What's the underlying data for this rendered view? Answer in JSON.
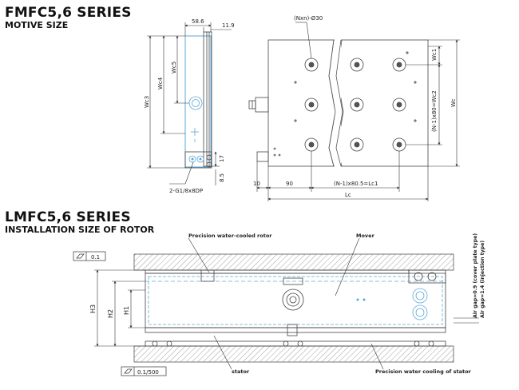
{
  "motive": {
    "title": "FMFC5,6 SERIES",
    "subtitle": "MOTIVE SIZE",
    "dims": {
      "w58": "58.6",
      "w11": "11.9",
      "phi": "(Nxn)-Ø30",
      "wc3": "Wc3",
      "wc4": "Wc4",
      "wc5": "Wc5",
      "wc1": "Wc1",
      "wc2": "(N-1)x80=Wc2",
      "wc": "Wc",
      "d17": "17",
      "d85": "8.5",
      "port": "2-G1/8x8DP",
      "d10": "10",
      "d90": "90",
      "lc1": "(N-1)x80.5=Lc1",
      "lc": "Lc"
    }
  },
  "rotor": {
    "title": "LMFC5,6 SERIES",
    "subtitle": "INSTALLATION SIZE OF ROTOR",
    "labels": {
      "precision_rotor": "Precision water-cooled rotor",
      "mover": "Mover",
      "stator": "stator",
      "precision_stator": "Precision water cooling of stator",
      "airgap1": "Air gap=0.9 (cover plate type)",
      "airgap2": "Air gap=1.4 (injection type)",
      "tol1": "0.1",
      "tol2": "0.1/500",
      "h1": "H1",
      "h2": "H2",
      "h3": "H3"
    }
  }
}
